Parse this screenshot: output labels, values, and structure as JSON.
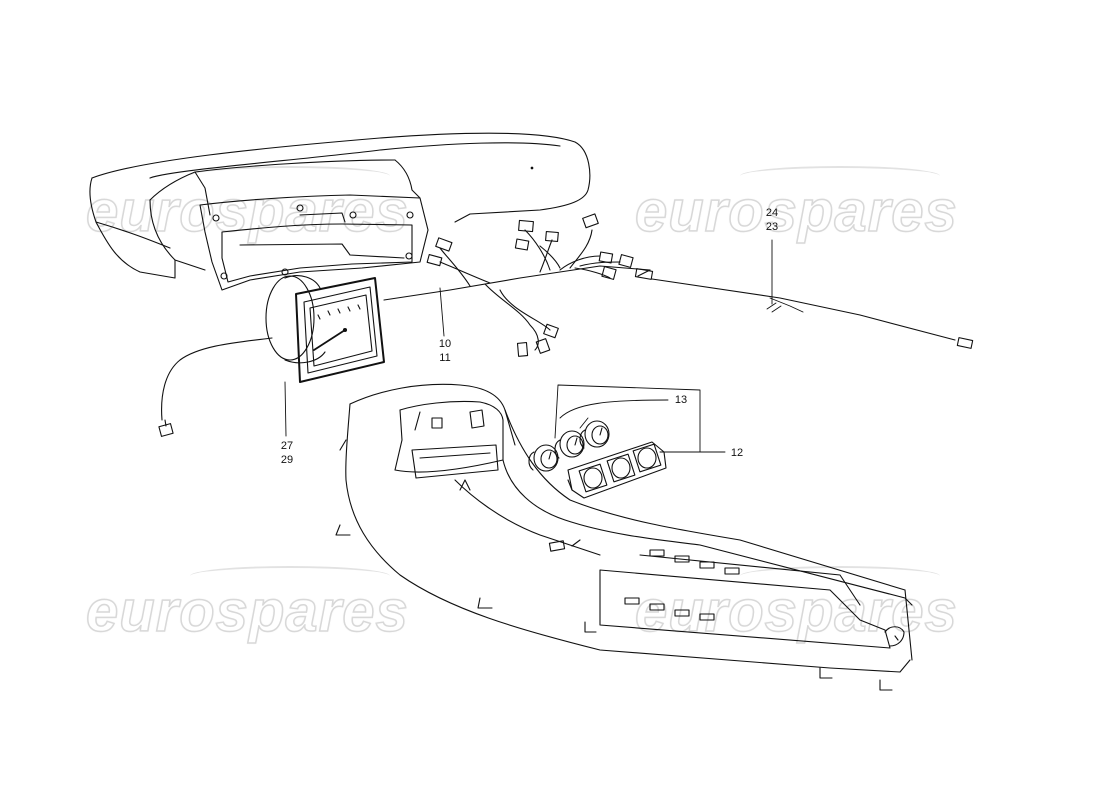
{
  "watermarks": [
    "eurospares",
    "eurospares",
    "eurospares",
    "eurospares"
  ],
  "callouts": {
    "c10": "10",
    "c11": "11",
    "c12": "12",
    "c13": "13",
    "c23": "23",
    "c24": "24",
    "c27": "27",
    "c29": "29"
  },
  "colors": {
    "line": "#111111",
    "watermark": "#d4d4d4",
    "background": "#ffffff"
  }
}
